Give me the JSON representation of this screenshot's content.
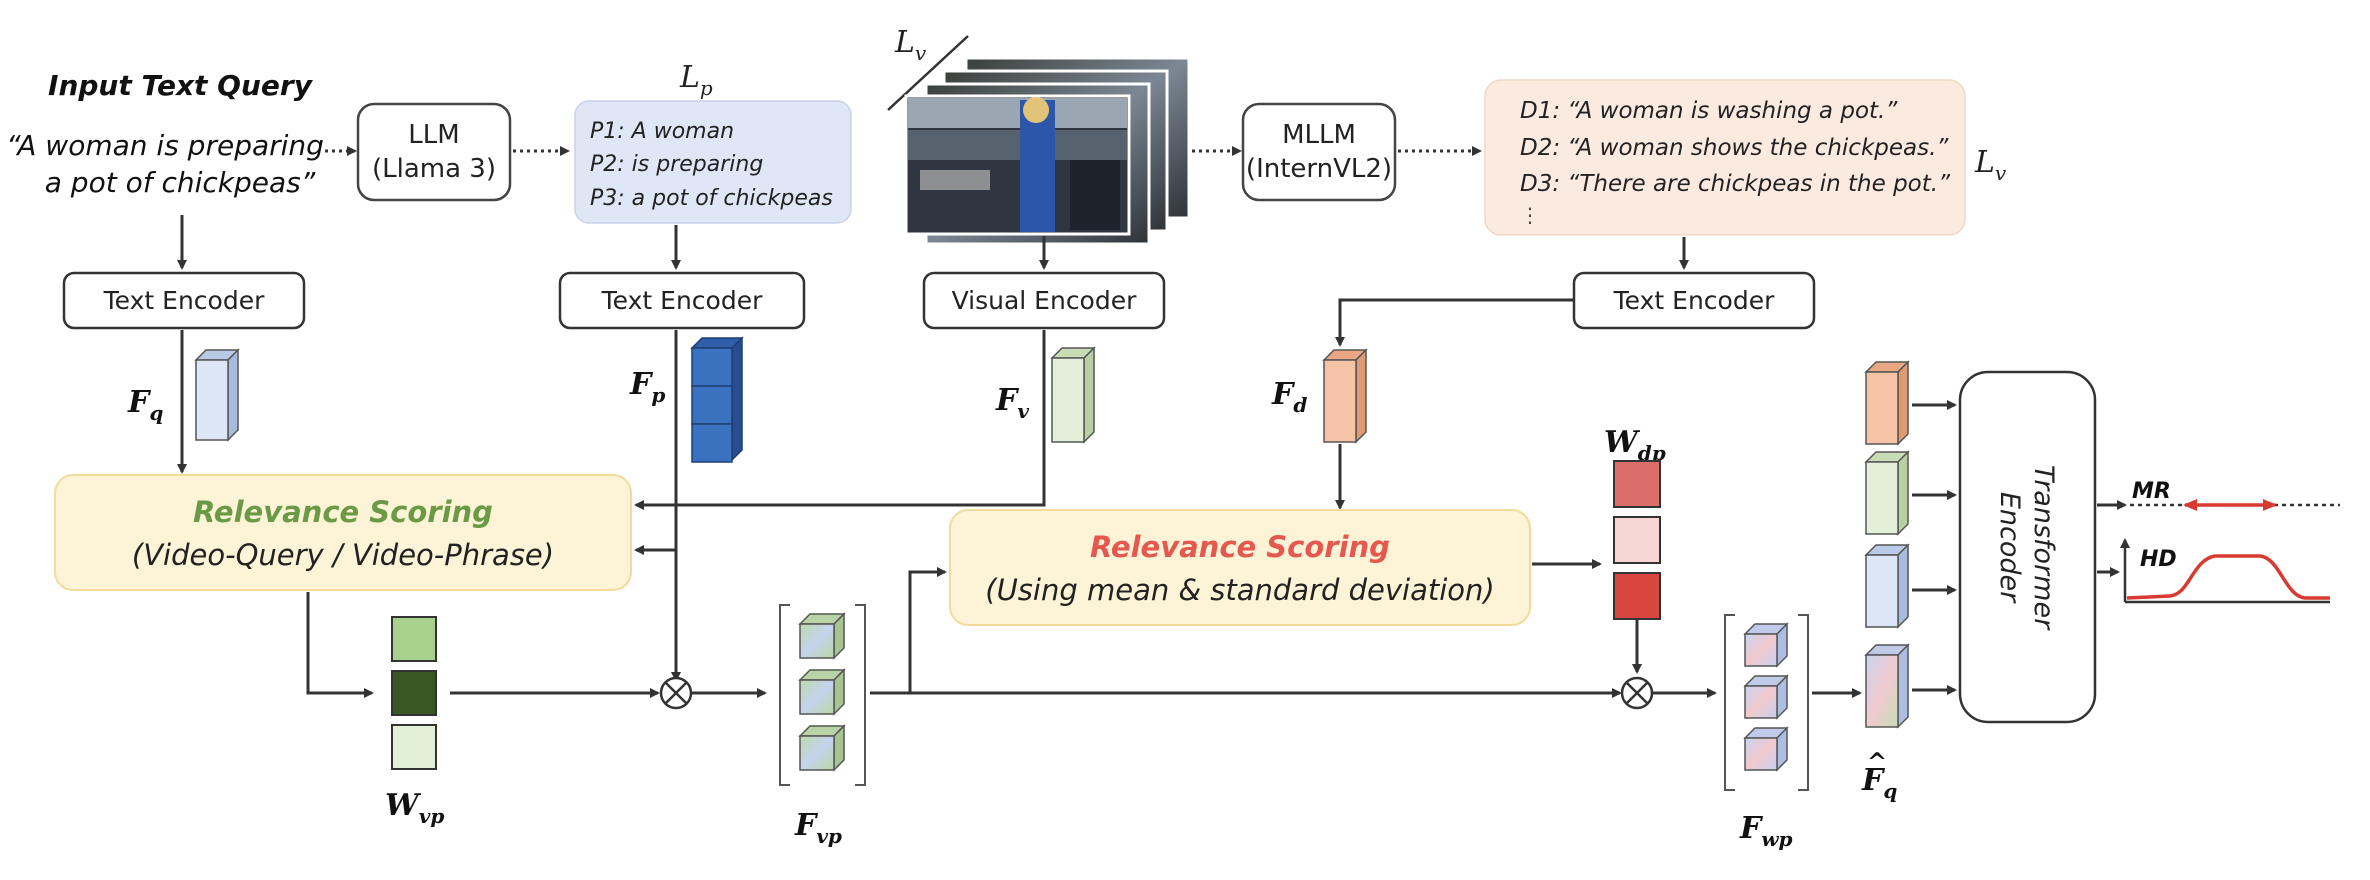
{
  "query": {
    "heading": "Input Text Query",
    "line1": "“A woman is preparing",
    "line2": "a pot of chickpeas”"
  },
  "llm": {
    "line1": "LLM",
    "line2": "(Llama 3)"
  },
  "phrases": {
    "label": "L",
    "label_sub": "p",
    "items": [
      "P1: A woman",
      "P2: is preparing",
      "P3: a pot of chickpeas"
    ]
  },
  "video": {
    "label": "L",
    "label_sub": "v"
  },
  "mllm": {
    "line1": "MLLM",
    "line2": "(InternVL2)"
  },
  "descriptions": {
    "items": [
      "D1: “A woman is washing a pot.”",
      "D2: “A woman shows the chickpeas.”",
      "D3: “There are chickpeas in the pot.”"
    ],
    "ellipsis": "⋮",
    "label": "L",
    "label_sub": "v"
  },
  "encoders": {
    "text1": "Text Encoder",
    "text2": "Text Encoder",
    "visual": "Visual Encoder",
    "text3": "Text Encoder"
  },
  "features": {
    "fq": {
      "main": "F",
      "sub": "q"
    },
    "fp": {
      "main": "F",
      "sub": "p"
    },
    "fv": {
      "main": "F",
      "sub": "v"
    },
    "fd": {
      "main": "F",
      "sub": "d"
    },
    "wdp": {
      "main": "W",
      "sub": "dp"
    },
    "wvp": {
      "main": "W",
      "sub": "vp"
    },
    "fvp": {
      "main": "F",
      "sub": "vp"
    },
    "fwp": {
      "main": "F",
      "sub": "wp"
    },
    "fq_hat": {
      "main": "F",
      "hat": "^",
      "sub": "q"
    }
  },
  "relevance1": {
    "title": "Relevance Scoring",
    "subtitle": "(Video-Query / Video-Phrase)"
  },
  "relevance2": {
    "title": "Relevance Scoring",
    "subtitle": "(Using mean & standard deviation)"
  },
  "transformer": {
    "line1": "Transformer",
    "line2": "Encoder"
  },
  "outputs": {
    "mr": "MR",
    "hd": "HD"
  },
  "colors": {
    "green_title": "#6a9a45",
    "red_title": "#e4584f",
    "relevance_fill": "#fdf3d6",
    "relevance_stroke": "#f1dc9c",
    "phrase_fill": "#dfe6f6",
    "desc_fill": "#fbeadf",
    "blue_block": "#3b72c0",
    "red_line": "#d83a30"
  }
}
